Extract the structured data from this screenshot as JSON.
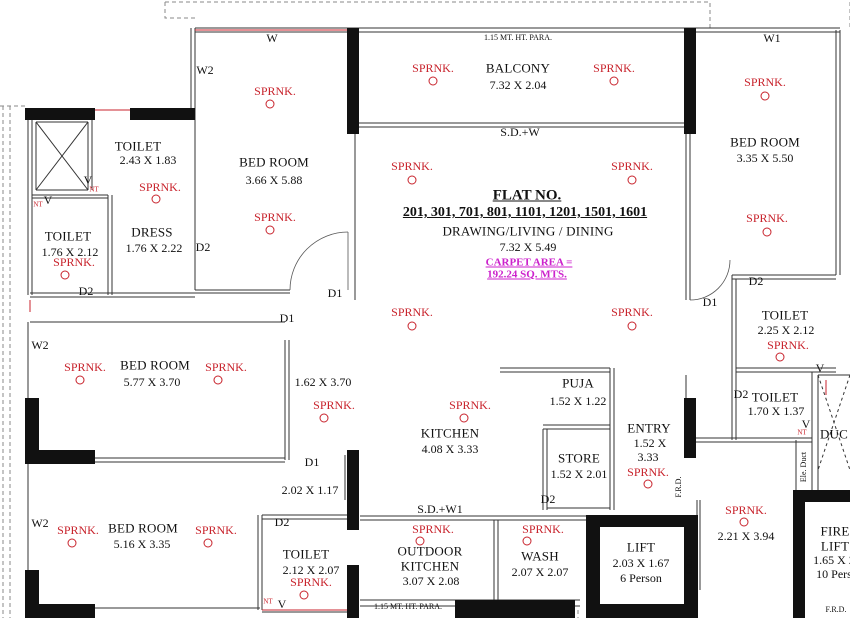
{
  "balcony": {
    "name": "BALCONY",
    "dim": "7.32 X 2.04"
  },
  "parapet_top": "1.15 MT. HT. PARA.",
  "parapet_bottom": "1.15 MT. HT. PARA.",
  "flat": {
    "title": "FLAT NO.",
    "numbers": "201, 301, 701, 801, 1101, 1201, 1501, 1601",
    "room": "DRAWING/LIVING / DINING",
    "dim": "7.32 X 5.49",
    "carpet_label": "CARPET AREA =",
    "carpet_value": "192.24  SQ. MTS."
  },
  "rooms": {
    "bed_top_left": {
      "name": "BED ROOM",
      "dim": "3.66 X 5.88"
    },
    "bed_top_right": {
      "name": "BED ROOM",
      "dim": "3.35 X 5.50"
    },
    "bed_mid_left": {
      "name": "BED ROOM",
      "dim": "5.77 X 3.70"
    },
    "bed_bottom_left": {
      "name": "BED ROOM",
      "dim": "5.16 X 3.35"
    },
    "toilet_top": {
      "name": "TOILET",
      "dim": "2.43 X 1.83"
    },
    "toilet_left": {
      "name": "TOILET",
      "dim": "1.76 X 2.12"
    },
    "dress": {
      "name": "DRESS",
      "dim": "1.76 X 2.22"
    },
    "toilet_right": {
      "name": "TOILET",
      "dim": "2.25 X 2.12"
    },
    "toilet_right2": {
      "name": "TOILET",
      "dim": "1.70 X 1.37"
    },
    "toilet_bottom": {
      "name": "TOILET",
      "dim": "2.12 X 2.07"
    },
    "kitchen": {
      "name": "KITCHEN",
      "dim": "4.08 X 3.33"
    },
    "puja": {
      "name": "PUJA",
      "dim": "1.52 X 1.22"
    },
    "store": {
      "name": "STORE",
      "dim": "1.52 X 2.01"
    },
    "entry": {
      "name": "ENTRY",
      "dim1": "1.52 X",
      "dim2": "3.33"
    },
    "outdoor_kitchen": {
      "name1": "OUTDOOR",
      "name2": "KITCHEN",
      "dim": "3.07 X 2.08"
    },
    "wash": {
      "name": "WASH",
      "dim": "2.07 X 2.07"
    },
    "lift": {
      "name": "LIFT",
      "dim": "2.03 X 1.67",
      "cap": "6 Person"
    },
    "fire_lift": {
      "name1": "FIRE",
      "name2": "LIFT",
      "dim": "1.65 X 2",
      "cap": "10 Pers"
    },
    "duct": {
      "name": "DUC",
      "ele": "Ele. Duct"
    }
  },
  "passages": {
    "p1": "1.62 X 3.70",
    "p2": "2.02 X 1.17",
    "lobby": "2.21 X 3.94"
  },
  "sprinkler": "SPRNK.",
  "doors": {
    "d1": "D1",
    "d2": "D2"
  },
  "windows": {
    "w": "W",
    "w1": "W1",
    "w2": "W2",
    "sdw": "S.D.+W",
    "sdw1": "S.D.+W1",
    "v": "V"
  },
  "frd": "F.R.D.",
  "nt": "NT"
}
